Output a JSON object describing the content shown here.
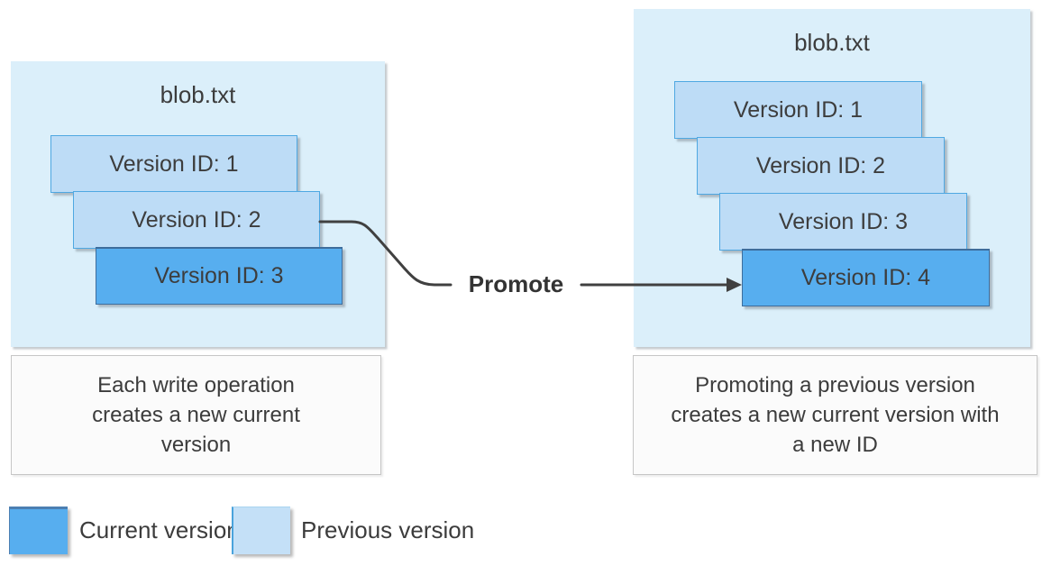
{
  "diagram": {
    "promote_label": "Promote",
    "left_panel": {
      "title": "blob.txt",
      "caption": "Each write operation creates a new current version",
      "versions": [
        {
          "label": "Version ID: 1",
          "state": "previous"
        },
        {
          "label": "Version ID: 2",
          "state": "previous"
        },
        {
          "label": "Version ID: 3",
          "state": "current"
        }
      ]
    },
    "right_panel": {
      "title": "blob.txt",
      "caption": "Promoting a previous version creates a new current version with a new ID",
      "versions": [
        {
          "label": "Version ID: 1",
          "state": "previous"
        },
        {
          "label": "Version ID: 2",
          "state": "previous"
        },
        {
          "label": "Version ID: 3",
          "state": "previous"
        },
        {
          "label": "Version ID: 4",
          "state": "current"
        }
      ]
    },
    "legend": {
      "items": [
        {
          "label": "Current version",
          "color": "#57aeef"
        },
        {
          "label": "Previous version",
          "color": "#c4e0f7"
        }
      ]
    },
    "colors": {
      "panel_background": "#dbeffa",
      "previous_version_fill": "#bddcf6",
      "previous_version_border": "#4fa8e2",
      "current_version_fill": "#57aeef",
      "current_version_border": "#3e6d9c",
      "connector": "#404040",
      "text": "#3c3c3c"
    }
  }
}
